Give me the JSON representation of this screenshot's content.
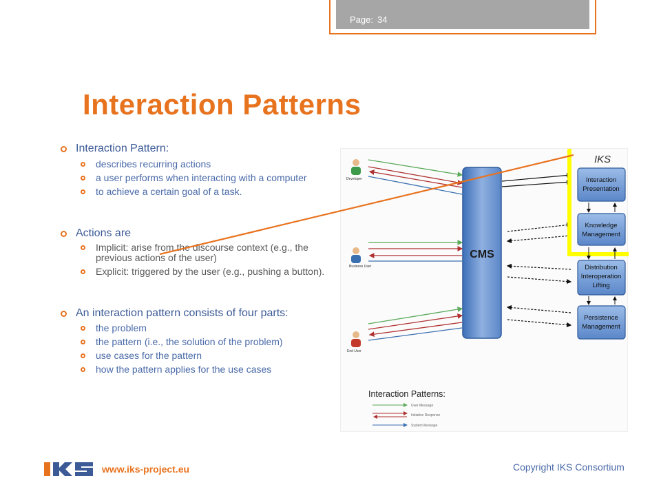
{
  "page": {
    "label": "Page:",
    "number": "34"
  },
  "title": "Interaction Patterns",
  "sections": [
    {
      "heading": "Interaction Pattern:",
      "items": [
        "describes recurring actions",
        "a user performs when interacting with a computer",
        "to achieve a certain goal of a task."
      ]
    },
    {
      "heading": "Actions are",
      "items": [
        "Implicit: arise from the discourse context (e.g., the previous actions of the user)",
        "Explicit: triggered by the user (e.g., pushing a button)."
      ]
    },
    {
      "heading": "An interaction pattern consists of four parts:",
      "items": [
        "the problem",
        "the pattern (i.e., the solution of the problem)",
        "use cases for the pattern",
        "how the pattern applies for the use cases"
      ]
    }
  ],
  "diagram": {
    "users": [
      "Developer",
      "Business User",
      "End User"
    ],
    "cms_label": "CMS",
    "iks_label": "IKS",
    "components": [
      "Interaction Presentation",
      "Knowledge Management",
      "Distribution Interoperation Lifting",
      "Persistence Management"
    ],
    "legend_title": "Interaction Patterns:",
    "legend_items": [
      "User Message",
      "Initiative Response",
      "System Message"
    ]
  },
  "footer": {
    "logo_text": "IKS",
    "url": "www.iks-project.eu",
    "copyright": "Copyright IKS Consortium"
  },
  "colors": {
    "accent": "#e8731f",
    "text_blue": "#3c5a96",
    "highlight": "#ffff00",
    "arrow_green": "#5aaa5a",
    "arrow_red": "#b03030",
    "arrow_blue": "#3a6fb0"
  }
}
